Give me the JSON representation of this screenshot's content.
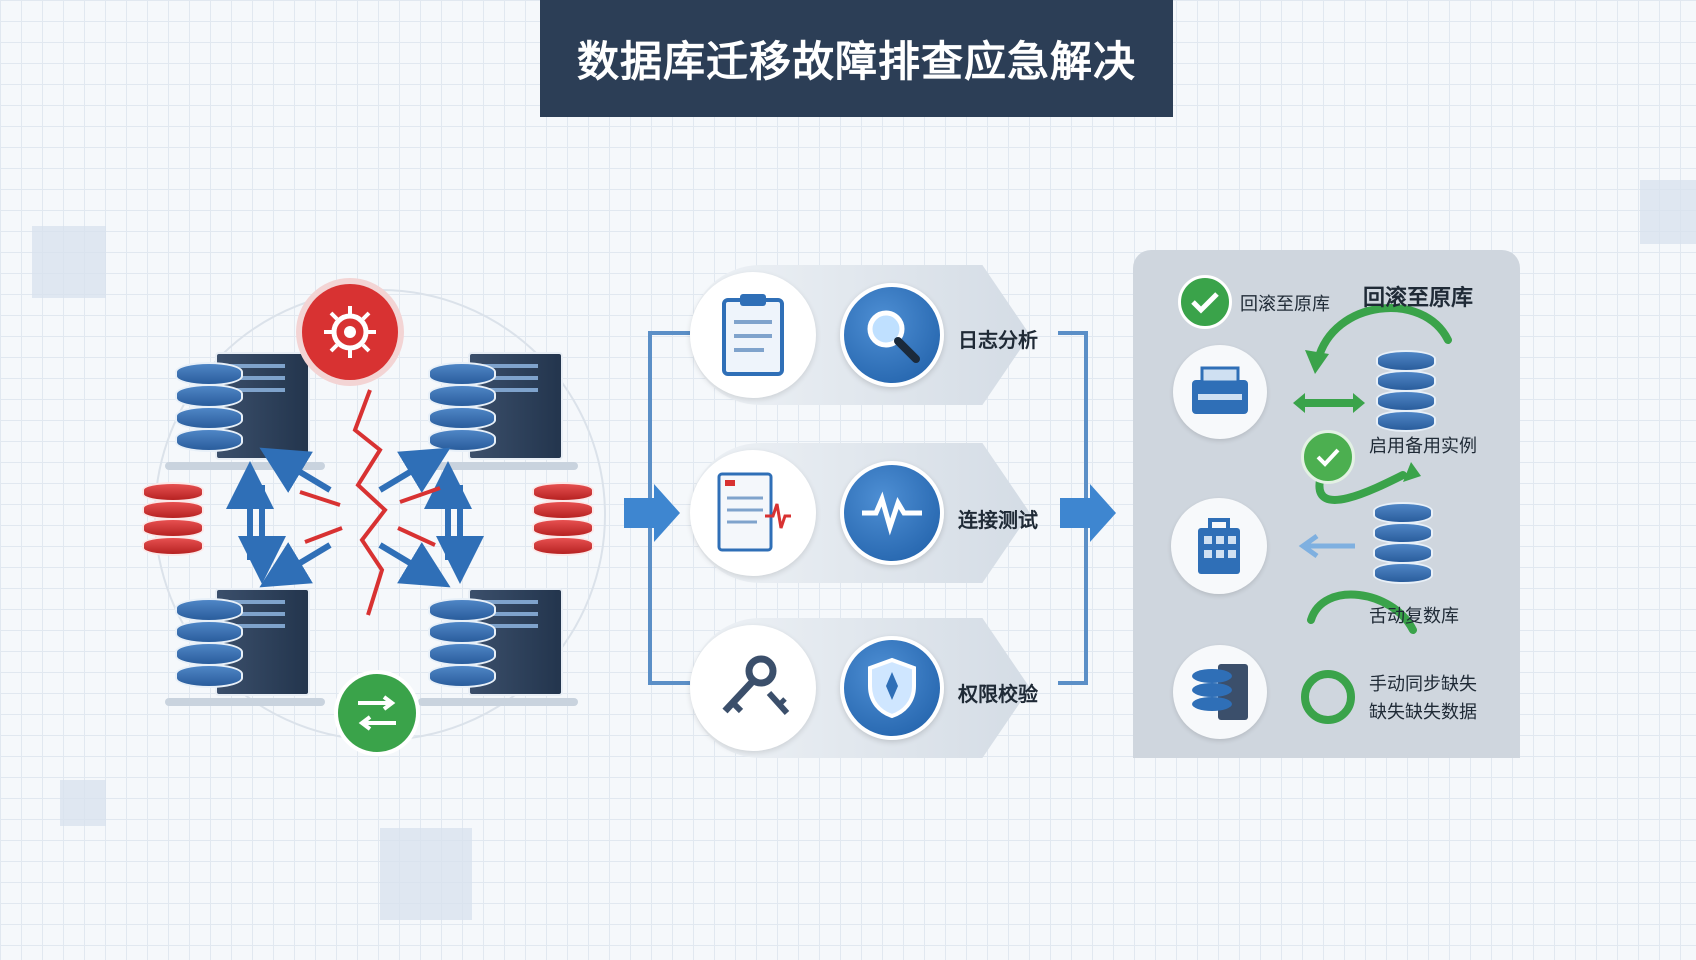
{
  "title": "数据库迁移故障排查应急解决",
  "steps": [
    {
      "label": "日志分析",
      "icon": "magnifier-icon",
      "doc": "clipboard-icon"
    },
    {
      "label": "连接测试",
      "icon": "pulse-icon",
      "doc": "report-icon"
    },
    {
      "label": "权限校验",
      "icon": "shield-icon",
      "doc": "key-icon"
    }
  ],
  "solutions": {
    "rollback_small": "回滚至原库",
    "rollback_big": "回滚至原库",
    "standby": "启用备用实例",
    "restore": "舌动复数库",
    "sync_line1": "手动同步缺失",
    "sync_line2": "缺失缺失数据"
  },
  "colors": {
    "title_bg": "#2c3e56",
    "accent_blue": "#2f6fb7",
    "alert_red": "#d83232",
    "ok_green": "#3aa34a",
    "panel_bg": "#cfd6de"
  }
}
